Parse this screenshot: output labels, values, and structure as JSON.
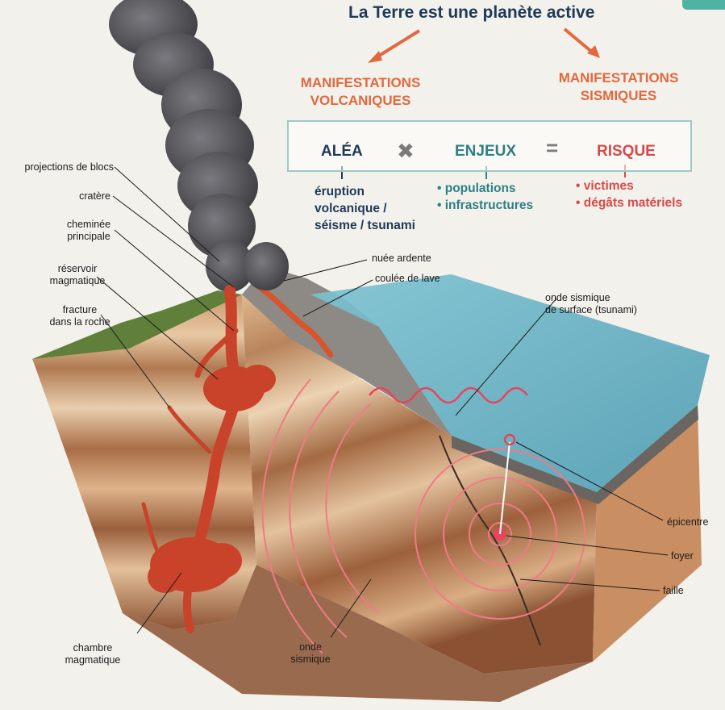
{
  "title": "La Terre est une planète active",
  "categories": {
    "volcanic": [
      "MANIFESTATIONS",
      "VOLCANIQUES"
    ],
    "seismic": [
      "MANIFESTATIONS",
      "SISMIQUES"
    ]
  },
  "equation": {
    "alea": "ALÉA",
    "times_symbol": "✖",
    "enjeux": "ENJEUX",
    "equals_symbol": "=",
    "risque": "RISQUE"
  },
  "alea_items": [
    "éruption",
    "volcanique /",
    "séisme / tsunami"
  ],
  "enjeux_items": [
    "• populations",
    "• infrastructures"
  ],
  "risque_items": [
    "• victimes",
    "• dégâts matériels"
  ],
  "labels": {
    "projections": "projections de blocs",
    "cratere": "cratère",
    "cheminee": [
      "cheminée",
      "principale"
    ],
    "reservoir": [
      "réservoir",
      "magmatique"
    ],
    "fracture": [
      "fracture",
      "dans la roche"
    ],
    "chambre": [
      "chambre",
      "magmatique"
    ],
    "nuee": "nuée ardente",
    "coulee": "coulée de lave",
    "onde_surface": [
      "onde sismique",
      "de surface (tsunami)"
    ],
    "epicentre": "épicentre",
    "foyer": "foyer",
    "faille": "faille",
    "onde_sismique": [
      "onde",
      "sismique"
    ]
  },
  "colors": {
    "title": "#1f3a57",
    "volcanic": "#e2683d",
    "seismic": "#e2683d",
    "alea": "#1f3a57",
    "enjeux": "#2f7f84",
    "risque": "#d94848",
    "wave": "#f07a84",
    "magma": "#c8432a",
    "sea": "#5aa9bd",
    "smoke": "#4b4b4f"
  }
}
